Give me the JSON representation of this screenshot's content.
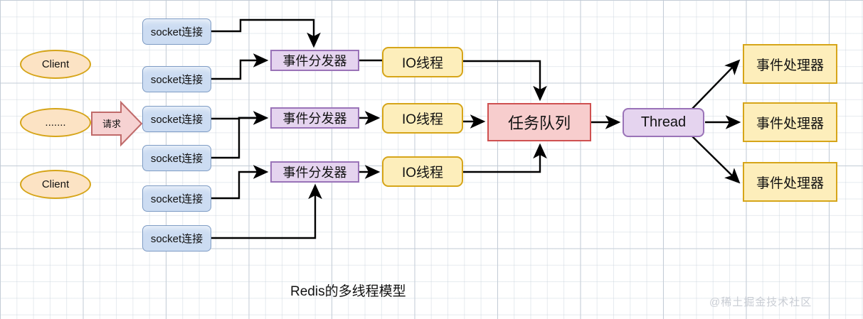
{
  "diagram": {
    "caption": "Redis的多线程模型",
    "watermark": "@稀土掘金技术社区",
    "request_label": "请求",
    "colors": {
      "socket_fill": "#ccdcf2",
      "socket_stroke": "#7d9bc4",
      "client_fill": "#fce3c4",
      "client_stroke": "#d6a519",
      "dispatcher_fill": "#e5d4ef",
      "dispatcher_stroke": "#9a73b8",
      "io_fill": "#fdeebb",
      "io_stroke": "#d6a519",
      "queue_fill": "#f7cdcd",
      "queue_stroke": "#cf5050",
      "thread_fill": "#e5d4ef",
      "thread_stroke": "#9a73b8",
      "handler_fill": "#fdeebb",
      "handler_stroke": "#d6a519",
      "edge_stroke": "#000000",
      "grid": "#dfe4ea",
      "background": "#ffffff"
    }
  },
  "clients": [
    {
      "label": "Client"
    },
    {
      "label": "......."
    },
    {
      "label": "Client"
    }
  ],
  "sockets": [
    {
      "label": "socket连接"
    },
    {
      "label": "socket连接"
    },
    {
      "label": "socket连接"
    },
    {
      "label": "socket连接"
    },
    {
      "label": "socket连接"
    },
    {
      "label": "socket连接"
    }
  ],
  "dispatchers": [
    {
      "label": "事件分发器"
    },
    {
      "label": "事件分发器"
    },
    {
      "label": "事件分发器"
    }
  ],
  "io_threads": [
    {
      "label": "IO线程"
    },
    {
      "label": "IO线程"
    },
    {
      "label": "IO线程"
    }
  ],
  "task_queue": {
    "label": "任务队列"
  },
  "thread": {
    "label": "Thread"
  },
  "handlers": [
    {
      "label": "事件处理器"
    },
    {
      "label": "事件处理器"
    },
    {
      "label": "事件处理器"
    }
  ]
}
